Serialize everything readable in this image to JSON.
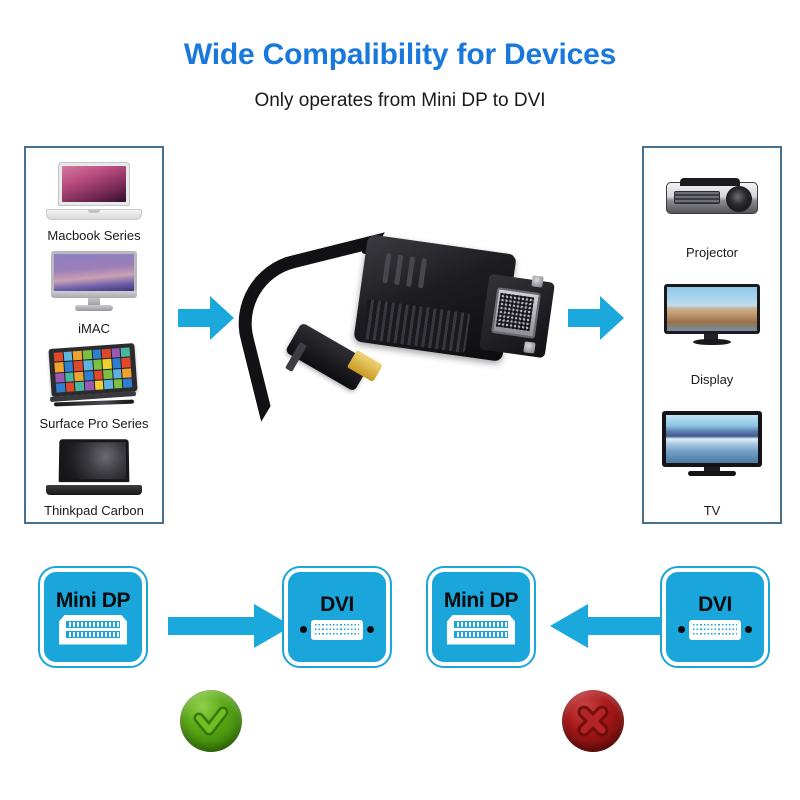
{
  "header": {
    "title": "Wide Compalibility for Devices",
    "subtitle": "Only operates from Mini DP to DVI",
    "title_color": "#1878dc"
  },
  "theme": {
    "accent_blue": "#1ba6db",
    "panel_border": "#4a7090",
    "arrow_blue": "#1ba8dc",
    "ok_green": "#5ba916",
    "no_red": "#a81818"
  },
  "source_panel": {
    "name": "source-devices",
    "items": [
      {
        "label": "Macbook Series",
        "icon": "macbook-laptop-icon"
      },
      {
        "label": "iMAC",
        "icon": "imac-desktop-icon"
      },
      {
        "label": "Surface Pro Series",
        "icon": "surface-tablet-icon"
      },
      {
        "label": "Thinkpad Carbon",
        "icon": "thinkpad-laptop-icon"
      }
    ]
  },
  "target_panel": {
    "name": "target-devices",
    "items": [
      {
        "label": "Projector",
        "icon": "projector-icon"
      },
      {
        "label": "Display",
        "icon": "monitor-icon"
      },
      {
        "label": "TV",
        "icon": "tv-icon"
      }
    ]
  },
  "product": {
    "name": "mini-dp-to-dvi-adapter",
    "plug_type": "Mini DP",
    "port_type": "DVI"
  },
  "flow": {
    "arrow_left": "arrow-right-icon",
    "arrow_right": "arrow-right-icon"
  },
  "compatibility": [
    {
      "id": "supported",
      "from_label": "Mini DP",
      "from_icon": "mini-displayport-connector-icon",
      "to_label": "DVI",
      "to_icon": "dvi-connector-icon",
      "direction": "right",
      "verdict": "supported",
      "verdict_icon": "check-circle-icon"
    },
    {
      "id": "unsupported",
      "from_label": "Mini DP",
      "from_icon": "mini-displayport-connector-icon",
      "to_label": "DVI",
      "to_icon": "dvi-connector-icon",
      "direction": "left",
      "verdict": "not-supported",
      "verdict_icon": "cross-circle-icon"
    }
  ]
}
